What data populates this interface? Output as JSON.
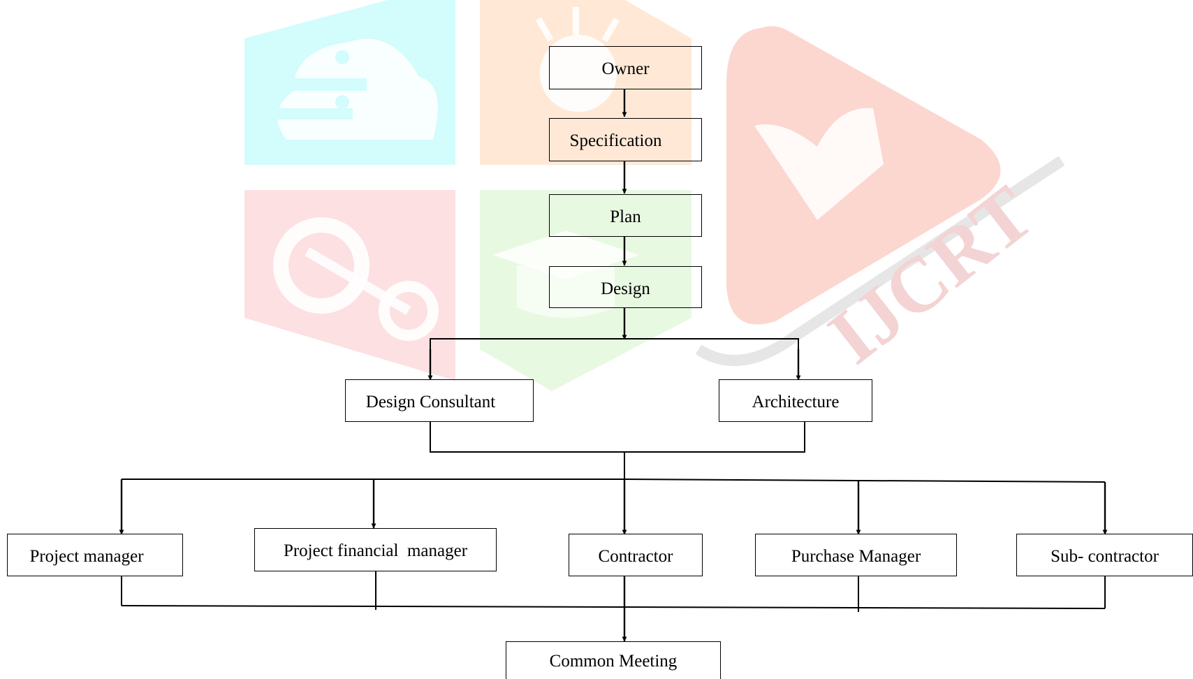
{
  "diagram": {
    "type": "org-flowchart",
    "nodes": [
      {
        "id": "owner",
        "label": "Owner"
      },
      {
        "id": "specification",
        "label": "Specification"
      },
      {
        "id": "plan",
        "label": "Plan"
      },
      {
        "id": "design",
        "label": "Design"
      },
      {
        "id": "design_consultant",
        "label": "Design Consultant"
      },
      {
        "id": "architecture",
        "label": "Architecture"
      },
      {
        "id": "project_manager",
        "label": "Project manager"
      },
      {
        "id": "project_financial_manager",
        "label": "Project financial  manager"
      },
      {
        "id": "contractor",
        "label": "Contractor"
      },
      {
        "id": "purchase_manager",
        "label": "Purchase Manager"
      },
      {
        "id": "sub_contractor",
        "label": "Sub- contractor"
      },
      {
        "id": "common_meeting",
        "label": "Common Meeting"
      }
    ],
    "edges": [
      {
        "from": "owner",
        "to": "specification"
      },
      {
        "from": "specification",
        "to": "plan"
      },
      {
        "from": "plan",
        "to": "design"
      },
      {
        "from": "design",
        "to": "design_consultant"
      },
      {
        "from": "design",
        "to": "architecture"
      },
      {
        "from": [
          "design_consultant",
          "architecture"
        ],
        "to": "project_manager"
      },
      {
        "from": [
          "design_consultant",
          "architecture"
        ],
        "to": "project_financial_manager"
      },
      {
        "from": [
          "design_consultant",
          "architecture"
        ],
        "to": "contractor"
      },
      {
        "from": [
          "design_consultant",
          "architecture"
        ],
        "to": "purchase_manager"
      },
      {
        "from": [
          "design_consultant",
          "architecture"
        ],
        "to": "sub_contractor"
      },
      {
        "from": [
          "project_manager",
          "project_financial_manager",
          "contractor",
          "purchase_manager",
          "sub_contractor"
        ],
        "to": "common_meeting"
      }
    ]
  },
  "watermark": {
    "text": "IJCRT",
    "colors": {
      "cyan": "#d3fcfc",
      "orange": "#ffe9d6",
      "pink": "#fde0e2",
      "green": "#e8f9e2",
      "red": "#fcd7cf",
      "grey": "#e6e6e6",
      "text_pink": "#f3d3d3"
    }
  }
}
